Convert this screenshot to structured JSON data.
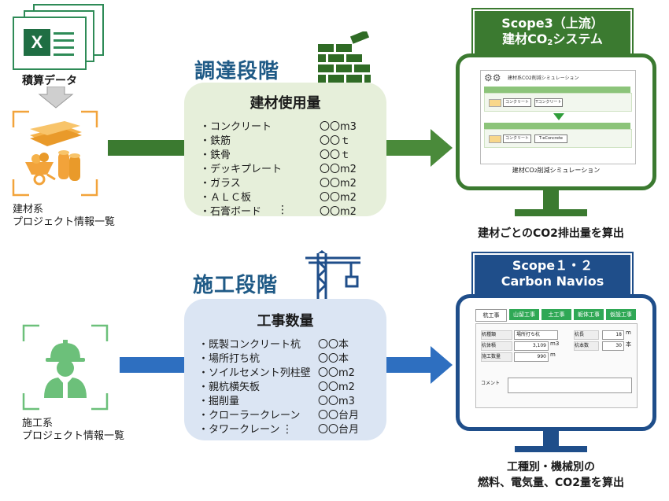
{
  "top": {
    "source_label": "積算データ",
    "source_caption_line1": "建材系",
    "source_caption_line2": "プロジェクト情報一覧",
    "stage_label": "調達段階",
    "panel_title": "建材使用量",
    "items": [
      {
        "name": "・コンクリート",
        "qty": "〇〇m3"
      },
      {
        "name": "・鉄筋",
        "qty": "〇〇ｔ"
      },
      {
        "name": "・鉄骨",
        "qty": "〇〇ｔ"
      },
      {
        "name": "・デッキプレート",
        "qty": "〇〇m2"
      },
      {
        "name": "・ガラス",
        "qty": "〇〇m2"
      },
      {
        "name": "・ＡＬＣ板",
        "qty": "〇〇m2"
      },
      {
        "name": "・石膏ボード",
        "qty": "〇〇m2"
      }
    ],
    "more": "⋮",
    "system_title_line1": "Scope3（上流）",
    "system_title_line2": "建材CO",
    "system_title_sub": "2",
    "system_title_tail": "システム",
    "screen_header": "建材系CO2削減シミュレーション",
    "screen_cell_a": "コンクリート",
    "screen_cell_b": "Tコンクリート",
    "screen_cell_c": "T-eConcrete",
    "screen_caption_pre": "建材CO",
    "screen_caption_sub": "2",
    "screen_caption_post": "削減シミュレーション",
    "result": "建材ごとのCO2排出量を算出"
  },
  "bottom": {
    "source_caption_line1": "施工系",
    "source_caption_line2": "プロジェクト情報一覧",
    "stage_label": "施工段階",
    "panel_title": "工事数量",
    "items": [
      {
        "name": "・既製コンクリート杭",
        "qty": "〇〇本"
      },
      {
        "name": "・場所打ち杭",
        "qty": "〇〇本"
      },
      {
        "name": "・ソイルセメント列柱壁",
        "qty": "〇〇m2"
      },
      {
        "name": "・親杭横矢板",
        "qty": "〇〇m2"
      },
      {
        "name": "・掘削量",
        "qty": "〇〇m3"
      },
      {
        "name": "・クローラークレーン",
        "qty": "〇〇台月"
      },
      {
        "name": "・タワークレーン",
        "qty": "〇〇台月"
      }
    ],
    "more": "⋮",
    "system_title_line1": "Scope１・２",
    "system_title_line2": "Carbon Navios",
    "tabs": [
      "杭工事",
      "山留工事",
      "土工事",
      "躯体工事",
      "仮設工事"
    ],
    "form": {
      "machine_type_label": "机種類",
      "machine_type_value": "場所打ち杭",
      "volume_label": "杭体積",
      "volume_value": "3,109",
      "volume_unit": "m3",
      "days_label": "施工数量",
      "days_value": "990",
      "days_unit": "m",
      "length_label": "杭長",
      "length_value": "18",
      "length_unit": "m",
      "count_label": "杭本数",
      "count_value": "30",
      "count_unit": "本",
      "comment_label": "コメント"
    },
    "result_line1": "工種別・機械別の",
    "result_line2": "燃料、電気量、CO2量を算出"
  },
  "colors": {
    "green_dark": "#3b7a30",
    "green_arrow": "#4a8a3a",
    "green_panel": "#e6efda",
    "blue_dark": "#1f4e8a",
    "blue_arrow": "#2e6fc0",
    "blue_panel": "#dbe5f3",
    "stage_text": "#1f5a86",
    "orange": "#f2a33a"
  }
}
